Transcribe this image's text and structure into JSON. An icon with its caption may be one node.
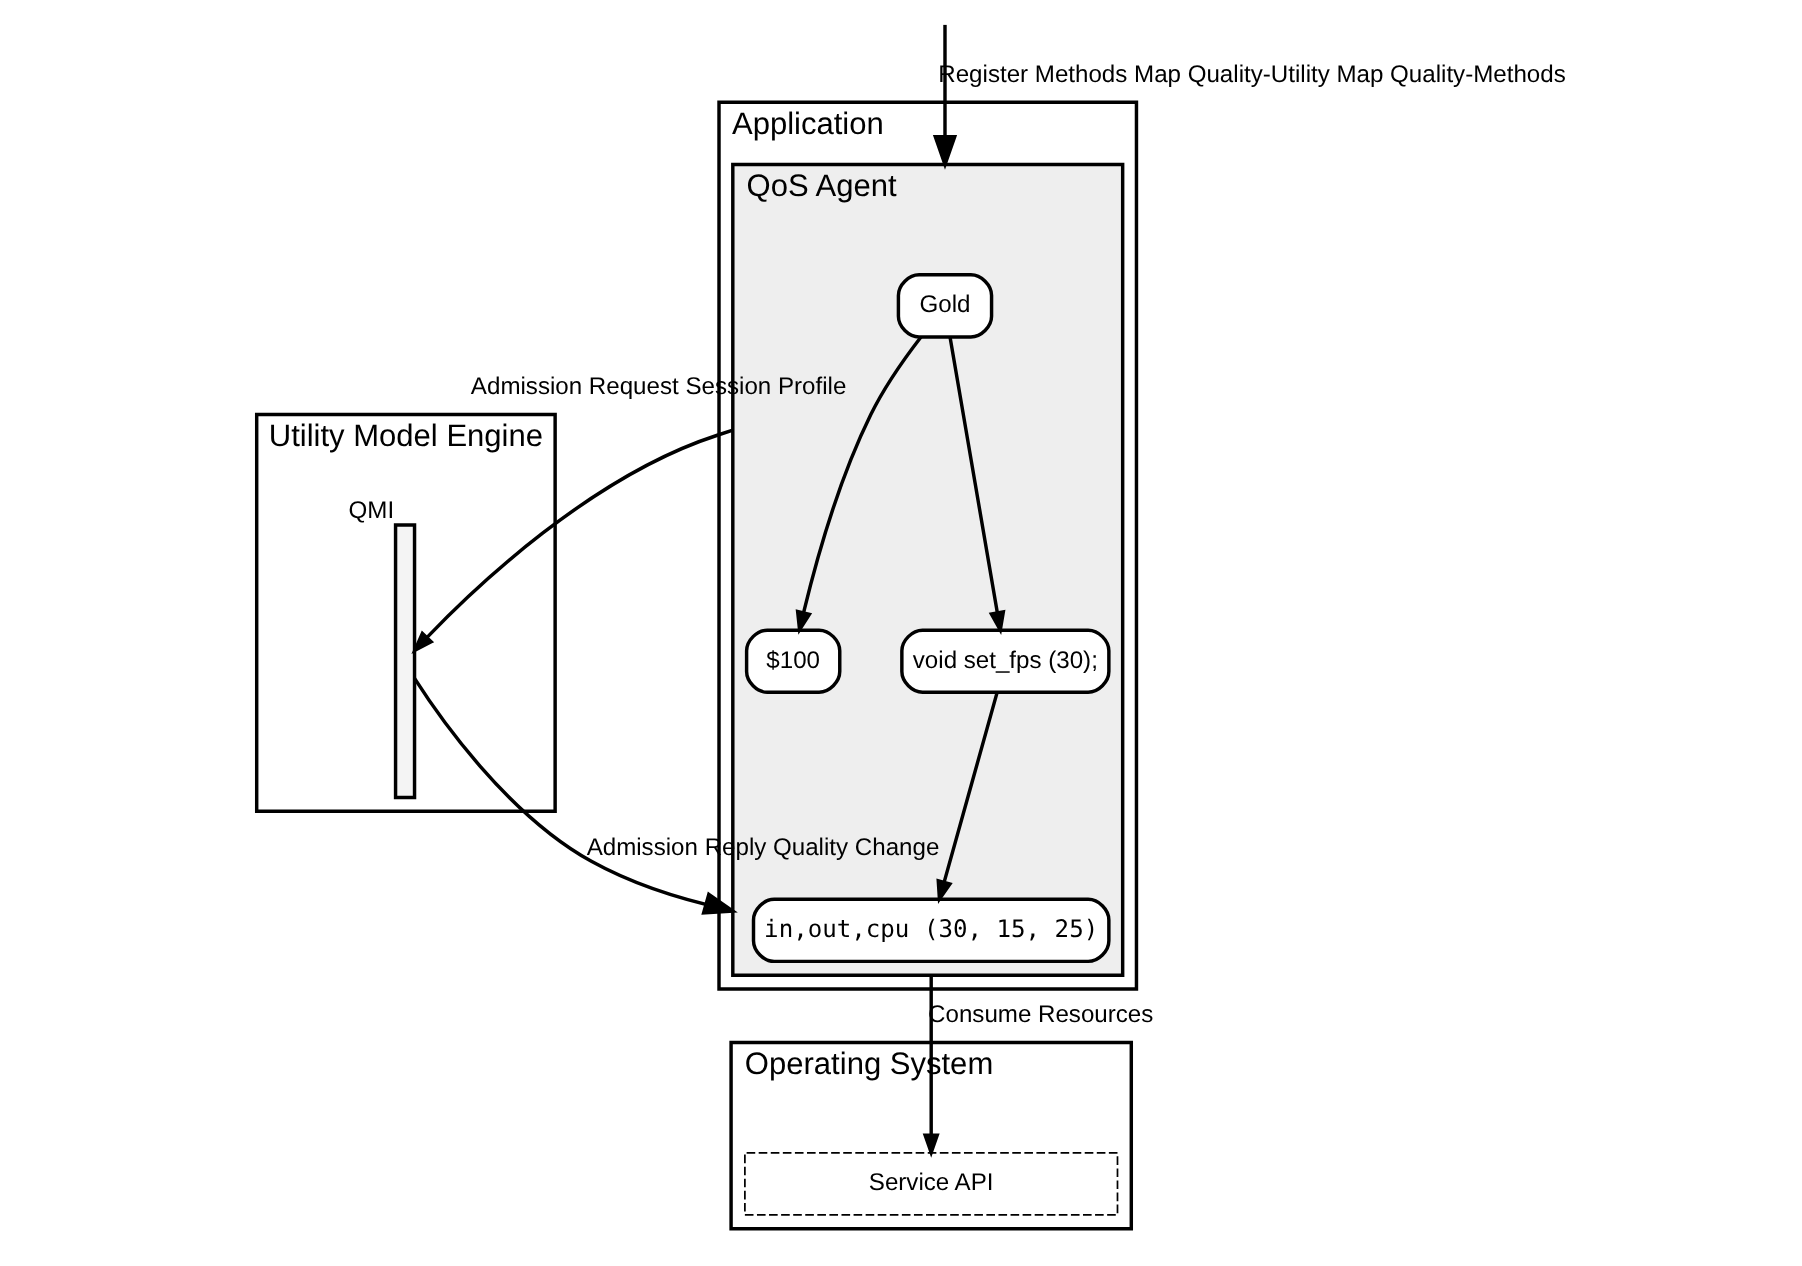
{
  "diagram": {
    "nodes": [
      {
        "text": [
          "Application"
        ]
      },
      {
        "text": [
          "QoS Agent"
        ],
        "in": 0
      },
      {
        "text": [
          "Gold"
        ],
        "in": 1
      },
      {
        "text": [
          "$100"
        ],
        "in": 1
      },
      {
        "text": [
          "void set_fps (30);"
        ],
        "in": 1
      },
      {
        "text": [
          "in,out,cpu (30, 15, 25)"
        ],
        "in": 1
      },
      {
        "text": [
          "Utility Model Engine"
        ]
      },
      {
        "text": [],
        "shape": "bar",
        "in": 6,
        "beside": [
          "QMI"
        ]
      },
      {
        "text": [
          "Operating System"
        ]
      },
      {
        "text": [
          "Service API"
        ],
        "in": 8
      }
    ],
    "edges": [
      {
        "from": null,
        "to": 1,
        "arrow": "to",
        "label": "Register Methods Map Quality-Utility Map Quality-Methods"
      },
      {
        "from": 2,
        "to": 3,
        "arrow": "to"
      },
      {
        "from": 2,
        "to": 4,
        "arrow": "to"
      },
      {
        "from": 4,
        "to": 5,
        "arrow": "to"
      },
      {
        "from": 1,
        "to": 7,
        "arrow": "to",
        "label": "Admission Request Session Profile"
      },
      {
        "from": 7,
        "to": 1,
        "arrow": "to",
        "label": "Admission Reply Quality Change"
      },
      {
        "from": 1,
        "to": 9,
        "arrow": "to",
        "label": "Consume Resources"
      }
    ]
  }
}
